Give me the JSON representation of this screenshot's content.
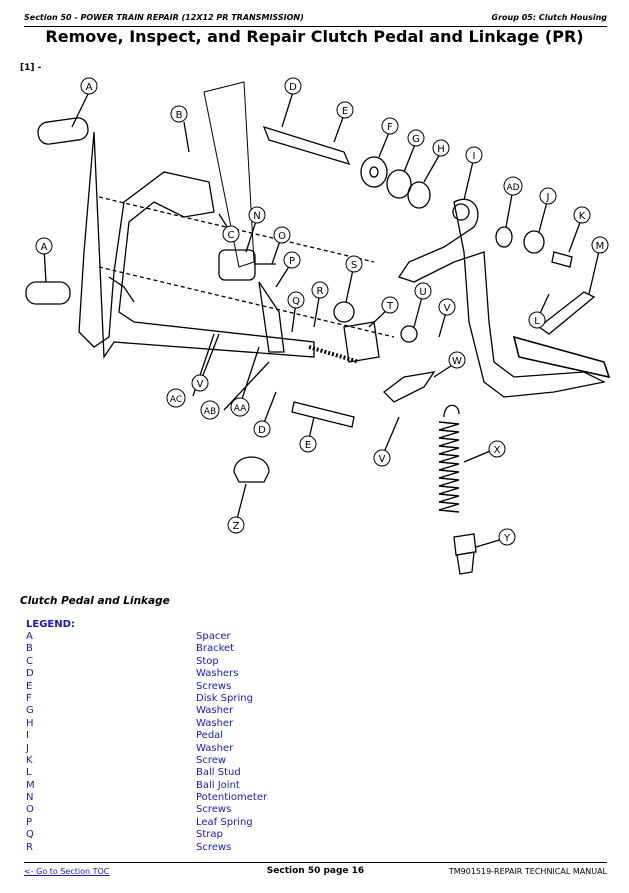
{
  "header": {
    "section": "Section 50 - POWER TRAIN REPAIR (12X12 PR TRANSMISSION)",
    "group": "Group 05: Clutch Housing"
  },
  "title": "Remove, Inspect, and Repair Clutch Pedal and Linkage (PR)",
  "figure_ref": "[1] -",
  "callouts": [
    "A",
    "B",
    "C",
    "D",
    "E",
    "F",
    "G",
    "H",
    "I",
    "AD",
    "J",
    "K",
    "M",
    "L",
    "N",
    "O",
    "P",
    "S",
    "R",
    "Q",
    "T",
    "U",
    "V",
    "W",
    "AC",
    "V",
    "AB",
    "AA",
    "D",
    "E",
    "V",
    "X",
    "Y",
    "Z",
    "A"
  ],
  "caption": "Clutch Pedal and Linkage",
  "legend_title": "LEGEND:",
  "legend": [
    {
      "key": "A",
      "value": "Spacer"
    },
    {
      "key": "B",
      "value": "Bracket"
    },
    {
      "key": "C",
      "value": "Stop"
    },
    {
      "key": "D",
      "value": "Washers"
    },
    {
      "key": "E",
      "value": "Screws"
    },
    {
      "key": "F",
      "value": "Disk Spring"
    },
    {
      "key": "G",
      "value": "Washer"
    },
    {
      "key": "H",
      "value": "Washer"
    },
    {
      "key": "I",
      "value": "Pedal"
    },
    {
      "key": "J",
      "value": "Washer"
    },
    {
      "key": "K",
      "value": "Screw"
    },
    {
      "key": "L",
      "value": "Ball Stud"
    },
    {
      "key": "M",
      "value": "Ball Joint"
    },
    {
      "key": "N",
      "value": "Potentiometer"
    },
    {
      "key": "O",
      "value": "Screws"
    },
    {
      "key": "P",
      "value": "Leaf Spring"
    },
    {
      "key": "Q",
      "value": "Strap"
    },
    {
      "key": "R",
      "value": "Screws"
    }
  ],
  "footer": {
    "toc": "<- Go to Section TOC",
    "page": "Section 50 page 16",
    "manual": "TM901519-REPAIR TECHNICAL MANUAL"
  },
  "colors": {
    "legend": "#1a1ab8",
    "ink": "#000000"
  }
}
